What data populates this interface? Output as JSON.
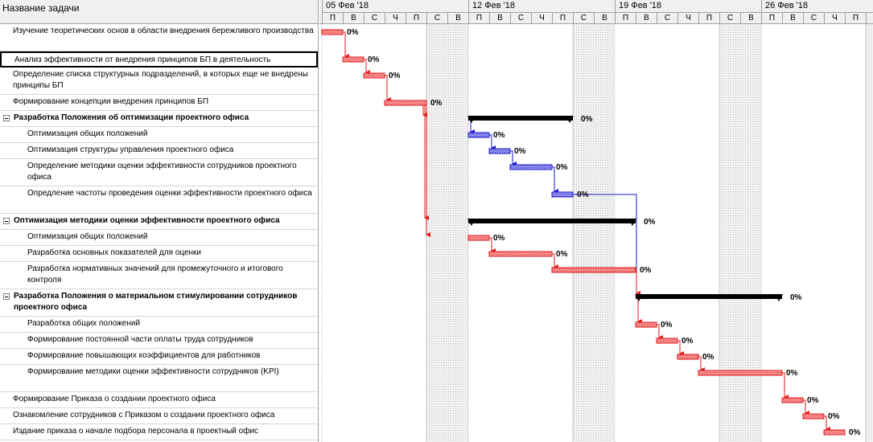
{
  "header": {
    "task_name_column": "Название задачи"
  },
  "timescale": {
    "weeks": [
      "05 Фев '18",
      "12 Фев '18",
      "19 Фев '18",
      "26 Фев '18"
    ],
    "day_letters": [
      "П",
      "В",
      "С",
      "Ч",
      "П",
      "С",
      "В"
    ]
  },
  "tasks": [
    {
      "name": "Изучение теоретических основ в области внедрения бережливого производства",
      "percent": "0%",
      "level": 0,
      "summary": false,
      "start": 0,
      "duration": 1,
      "color": "red"
    },
    {
      "name": "Анализ эффективности от внедрения принципов БП в деятельность",
      "percent": "0%",
      "level": 0,
      "summary": false,
      "start": 1,
      "duration": 1,
      "color": "red",
      "selected": true
    },
    {
      "name": "Определение списка структурных подразделений, в которых еще не внедрены принципы БП",
      "percent": "0%",
      "level": 0,
      "summary": false,
      "start": 2,
      "duration": 1,
      "color": "red"
    },
    {
      "name": "Формирование концепции внедрения принципов БП",
      "percent": "0%",
      "level": 0,
      "summary": false,
      "start": 3,
      "duration": 2,
      "color": "red"
    },
    {
      "name": "Разработка Положения об оптимизации проектного офиса",
      "percent": "0%",
      "level": 0,
      "summary": true,
      "start": 7,
      "duration": 5
    },
    {
      "name": "Оптимизация общих положений",
      "percent": "0%",
      "level": 1,
      "summary": false,
      "start": 7,
      "duration": 1,
      "color": "blue"
    },
    {
      "name": "Оптимизация структуры управления проектного офиса",
      "percent": "0%",
      "level": 1,
      "summary": false,
      "start": 8,
      "duration": 1,
      "color": "blue"
    },
    {
      "name": "Определение методики оценки эффективности сотрудников проектного офиса",
      "percent": "0%",
      "level": 1,
      "summary": false,
      "start": 9,
      "duration": 2,
      "color": "blue"
    },
    {
      "name": "Опредление частоты проведения оценки эффективности проектного офиса",
      "percent": "0%",
      "level": 1,
      "summary": false,
      "start": 11,
      "duration": 1,
      "color": "blue"
    },
    {
      "name": "Оптимизация методики оценки эффективности проектного офиса",
      "percent": "0%",
      "level": 0,
      "summary": true,
      "start": 7,
      "duration": 8
    },
    {
      "name": "Оптимизация общих положений",
      "percent": "0%",
      "level": 1,
      "summary": false,
      "start": 7,
      "duration": 1,
      "color": "red"
    },
    {
      "name": "Разработка основных показателей для оценки",
      "percent": "0%",
      "level": 1,
      "summary": false,
      "start": 8,
      "duration": 3,
      "color": "red"
    },
    {
      "name": "Разработка нормативных значений для промежуточного и итогового контроля",
      "percent": "0%",
      "level": 1,
      "summary": false,
      "start": 11,
      "duration": 4,
      "color": "red"
    },
    {
      "name": "Разработка Положения о материальном стимулировании сотрудников проектного офиса",
      "percent": "0%",
      "level": 0,
      "summary": true,
      "start": 15,
      "duration": 7
    },
    {
      "name": "Разработка общих положений",
      "percent": "0%",
      "level": 1,
      "summary": false,
      "start": 15,
      "duration": 1,
      "color": "red"
    },
    {
      "name": "Формирование постоянной части оплаты труда сотрудников",
      "percent": "0%",
      "level": 1,
      "summary": false,
      "start": 16,
      "duration": 1,
      "color": "red"
    },
    {
      "name": "Формирование повышающих коэффициентов для работников",
      "percent": "0%",
      "level": 1,
      "summary": false,
      "start": 17,
      "duration": 1,
      "color": "red"
    },
    {
      "name": "Формирование методики оценки эффективности сотрудников (KPI)",
      "percent": "0%",
      "level": 1,
      "summary": false,
      "start": 18,
      "duration": 4,
      "color": "red"
    },
    {
      "name": "Формирование Приказа о создании проектного офиса",
      "percent": "0%",
      "level": 0,
      "summary": false,
      "start": 22,
      "duration": 1,
      "color": "red"
    },
    {
      "name": "Ознакомление сотрудников с Приказом о создании проектного офиса",
      "percent": "0%",
      "level": 0,
      "summary": false,
      "start": 23,
      "duration": 1,
      "color": "red"
    },
    {
      "name": "Издание приказа о начале подбора персонала в проектный офис",
      "percent": "0%",
      "level": 0,
      "summary": false,
      "start": 24,
      "duration": 1,
      "color": "red"
    }
  ],
  "links": [
    {
      "from": 0,
      "to": 1,
      "color": "red"
    },
    {
      "from": 1,
      "to": 2,
      "color": "red"
    },
    {
      "from": 2,
      "to": 3,
      "color": "red"
    },
    {
      "from": 3,
      "to": 4,
      "color": "red"
    },
    {
      "from": 3,
      "to": 9,
      "color": "red"
    },
    {
      "from": 3,
      "to": 10,
      "color": "red"
    },
    {
      "from": 4,
      "to": 5,
      "color": "blue"
    },
    {
      "from": 5,
      "to": 6,
      "color": "blue"
    },
    {
      "from": 6,
      "to": 7,
      "color": "blue"
    },
    {
      "from": 7,
      "to": 8,
      "color": "blue"
    },
    {
      "from": 8,
      "to": 13,
      "color": "blue"
    },
    {
      "from": 10,
      "to": 11,
      "color": "red"
    },
    {
      "from": 11,
      "to": 12,
      "color": "red"
    },
    {
      "from": 12,
      "to": 13,
      "color": "red"
    },
    {
      "from": 13,
      "to": 14,
      "color": "red"
    },
    {
      "from": 14,
      "to": 15,
      "color": "red"
    },
    {
      "from": 15,
      "to": 16,
      "color": "red"
    },
    {
      "from": 16,
      "to": 17,
      "color": "red"
    },
    {
      "from": 17,
      "to": 18,
      "color": "red"
    },
    {
      "from": 18,
      "to": 19,
      "color": "red"
    },
    {
      "from": 19,
      "to": 20,
      "color": "red"
    }
  ],
  "colors": {
    "critical": "#e31b1b",
    "normal": "#1a1acc",
    "summary": "#000000",
    "nonworking": "#e6e6e6"
  }
}
